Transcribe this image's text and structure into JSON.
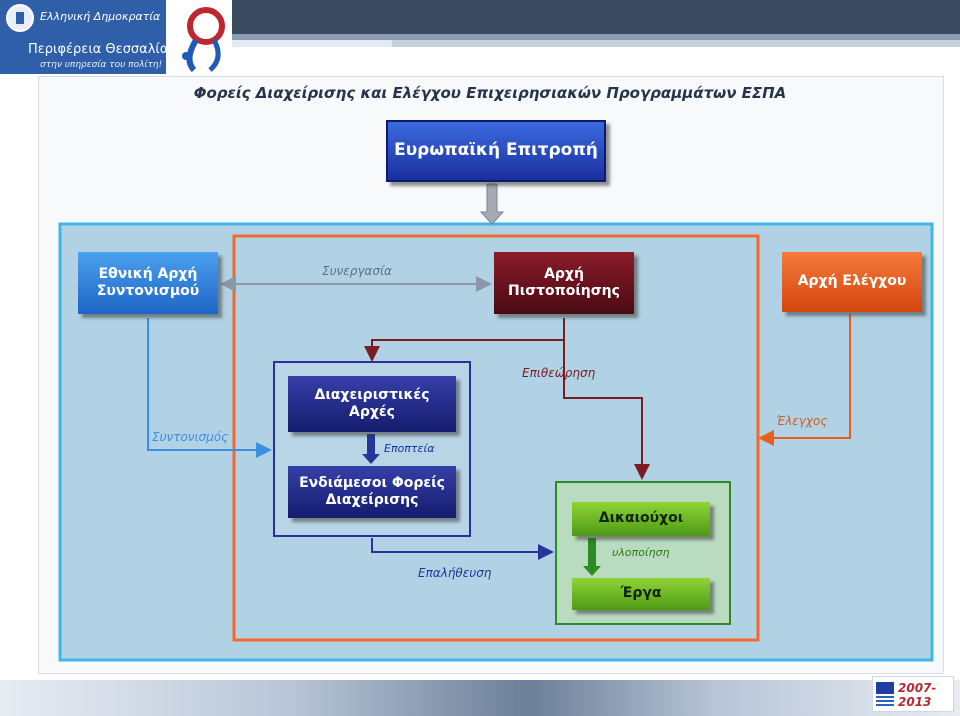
{
  "header": {
    "republic_label": "Ελληνική Δημοκρατία",
    "region_title": "Περιφέρεια Θεσσαλίας",
    "region_subtitle": "στην υπηρεσία του πολίτη!"
  },
  "footer": {
    "years": "2007-2013"
  },
  "diagram": {
    "title": "Φορείς Διαχείρισης και Ελέγχου Επιχειρησιακών Προγραμμάτων ΕΣΠΑ",
    "boxes": {
      "commission": "Ευρωπαϊκή Επιτροπή",
      "national_coordination": "Εθνική Αρχή\nΣυντονισμού",
      "certification": "Αρχή\nΠιστοποίησης",
      "audit": "Αρχή Ελέγχου",
      "managing": "Διαχειριστικές\nΑρχές",
      "intermediate": "Ενδιάμεσοι Φορείς\nΔιαχείρισης",
      "beneficiaries": "Δικαιούχοι",
      "projects": "Έργα"
    },
    "edge_labels": {
      "cooperation": "Συνεργασία",
      "coordination": "Συντονισμός",
      "supervision": "Εποπτεία",
      "inspection": "Επιθεώρηση",
      "control": "Έλεγχος",
      "verification": "Επαλήθευση",
      "implementation": "υλοποίηση"
    },
    "colors": {
      "outer_frame": "#3fb6e8",
      "inner_frame": "#f26b2a",
      "managing_group": "#2a2f9c",
      "beneficiary_group": "#2e8b22"
    }
  }
}
